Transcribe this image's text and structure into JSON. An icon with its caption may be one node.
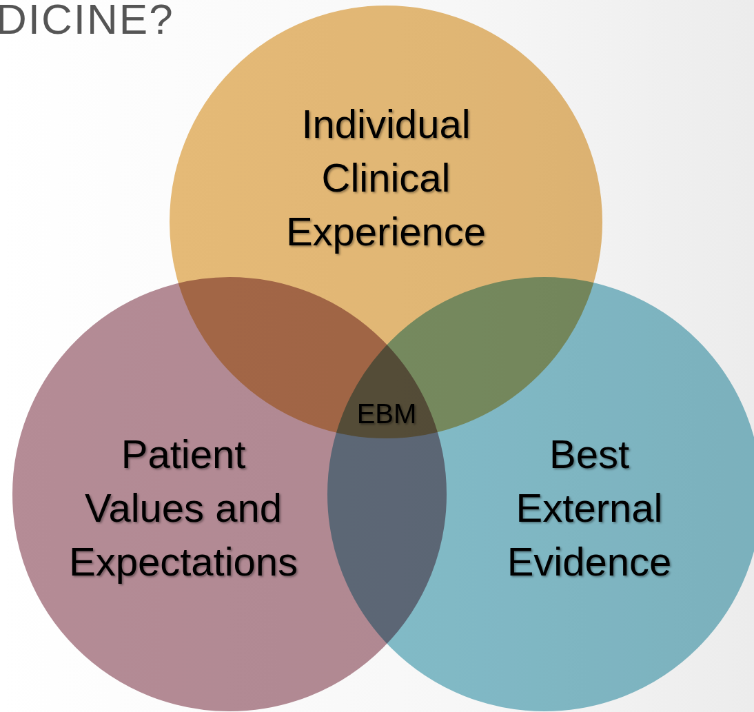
{
  "diagram": {
    "title": "DICINE?",
    "nodes": [
      {
        "text": [
          "Individual Clinical Experience"
        ]
      },
      {
        "text": [
          "Patient Values and Expectations"
        ]
      },
      {
        "text": [
          "Best External Evidence"
        ]
      },
      {
        "text": [
          "EBM"
        ]
      }
    ],
    "edges": []
  }
}
